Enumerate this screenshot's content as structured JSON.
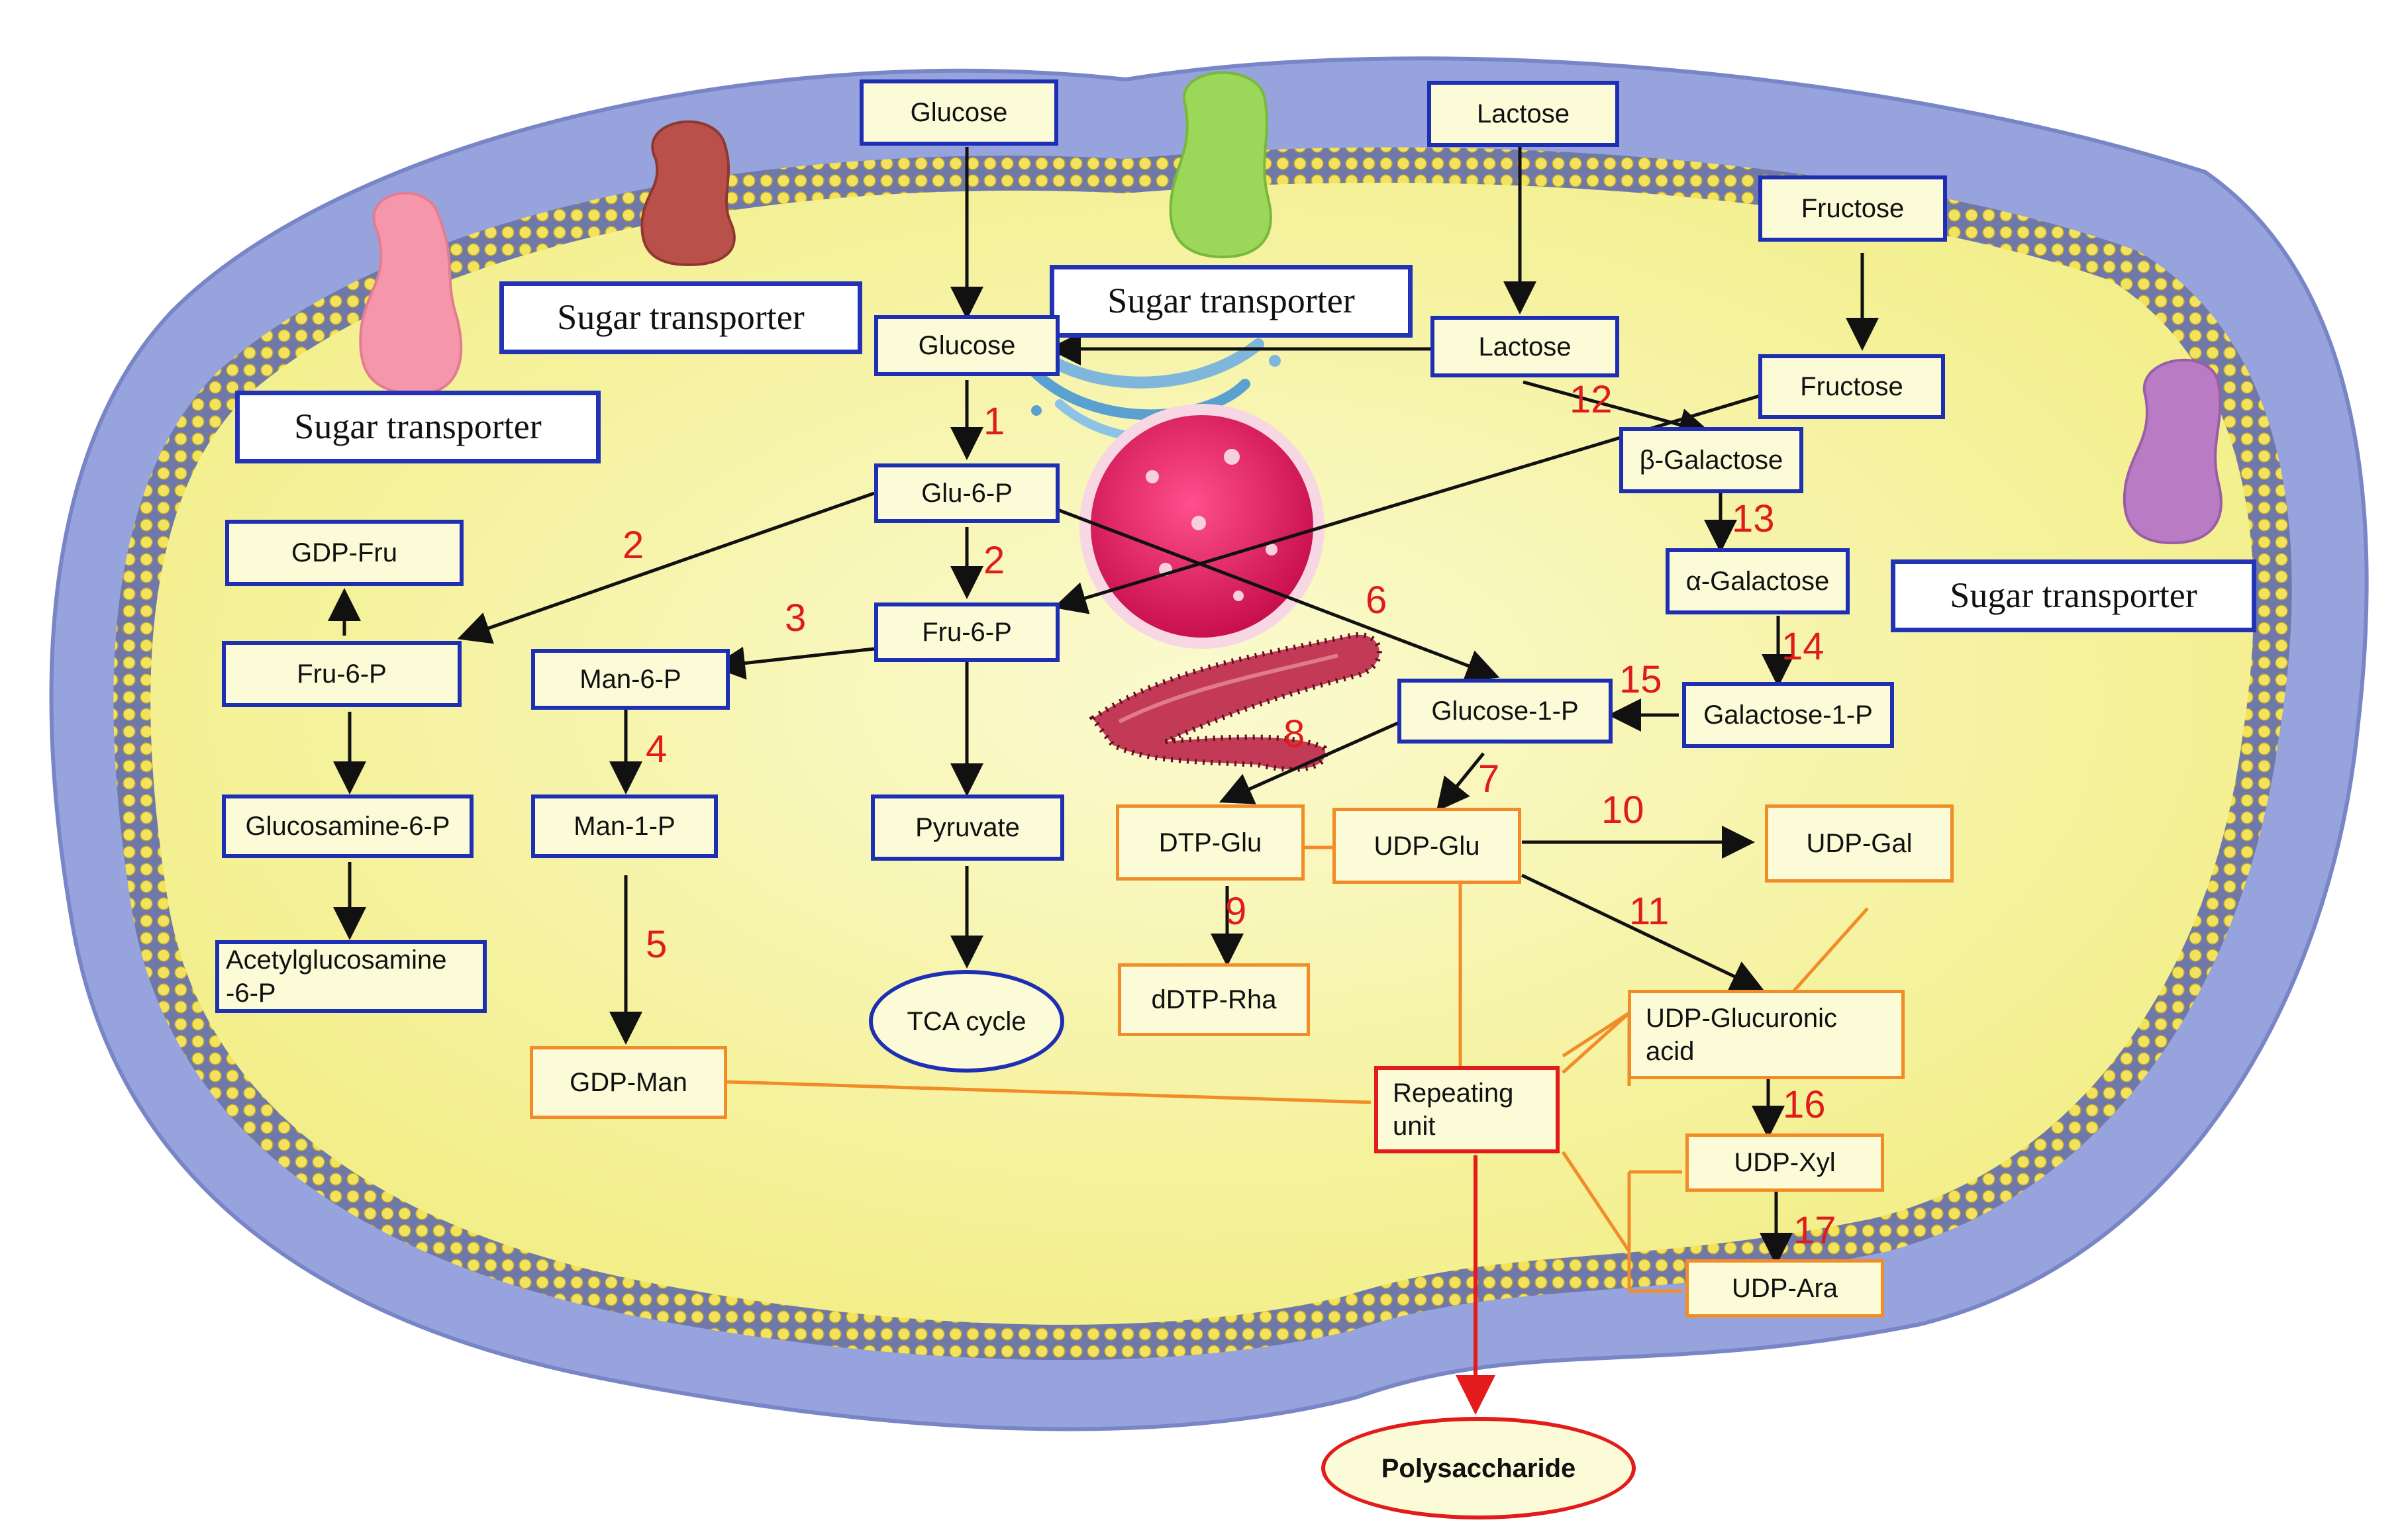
{
  "colors": {
    "membrane_outer": "#8c9ad6",
    "cytoplasm": "#f6f3a0",
    "metabolite_border": "#1f2fb4",
    "precursor_border": "#f28c28",
    "product_border": "#e31b1b",
    "step_number": "#e01b1b"
  },
  "transporters": {
    "label_1": "Sugar transporter",
    "label_2": "Sugar transporter",
    "label_3": "Sugar transporter",
    "label_4": "Sugar transporter"
  },
  "external": {
    "glucose": "Glucose",
    "lactose": "Lactose",
    "fructose": "Fructose"
  },
  "nodes": {
    "glucose": "Glucose",
    "lactose": "Lactose",
    "fructose": "Fructose",
    "glu6p": "Glu-6-P",
    "fru6p_center": "Fru-6-P",
    "gdp_fru": "GDP-Fru",
    "fru6p_left": "Fru-6-P",
    "glucosamine6p": "Glucosamine-6-P",
    "acetylglucosamine6p": "Acetylglucosamine\n-6-P",
    "man6p": "Man-6-P",
    "man1p": "Man-1-P",
    "gdp_man": "GDP-Man",
    "pyruvate": "Pyruvate",
    "tca": "TCA cycle",
    "beta_gal": "β-Galactose",
    "alpha_gal": "α-Galactose",
    "gal1p": "Galactose-1-P",
    "glc1p": "Glucose-1-P",
    "dtp_glu": "DTP-Glu",
    "udp_glu": "UDP-Glu",
    "udp_gal": "UDP-Gal",
    "ddtp_rha": "dDTP-Rha",
    "udp_glcua": "UDP-Glucuronic\nacid",
    "repeating_unit": "Repeating\nunit",
    "udp_xyl": "UDP-Xyl",
    "udp_ara": "UDP-Ara",
    "polysaccharide": "Polysaccharide"
  },
  "step_numbers": [
    "1",
    "2",
    "2",
    "3",
    "4",
    "5",
    "6",
    "7",
    "8",
    "9",
    "10",
    "11",
    "12",
    "13",
    "14",
    "15",
    "16",
    "17"
  ]
}
